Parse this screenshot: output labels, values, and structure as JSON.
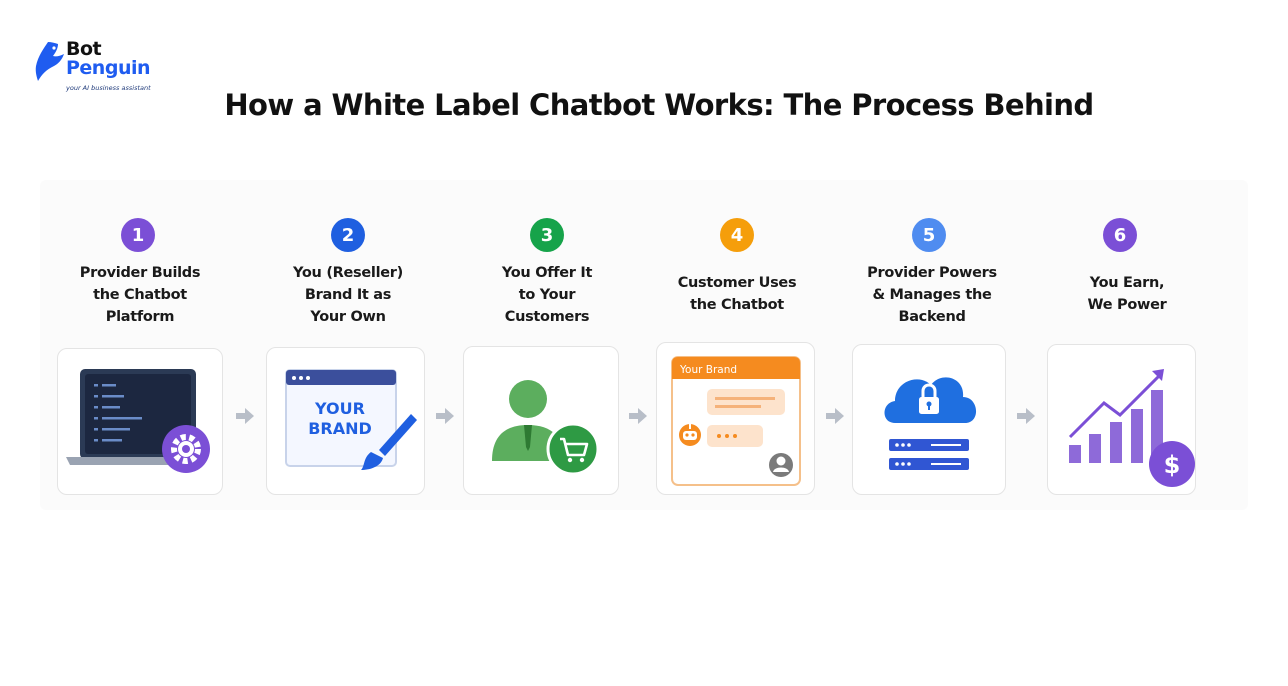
{
  "brand": {
    "name_line1": "Bot",
    "name_line2": "Penguin",
    "tagline": "your AI business assistant"
  },
  "title": "How a White Label Chatbot Works: The Process Behind",
  "steps": [
    {
      "number": "1",
      "color": "#7b4fd6",
      "lines": [
        "Provider Builds",
        "the Chatbot",
        "Platform"
      ]
    },
    {
      "number": "2",
      "color": "#1f5fe0",
      "lines": [
        "You (Reseller)",
        "Brand It as",
        "Your Own"
      ]
    },
    {
      "number": "3",
      "color": "#16a34a",
      "lines": [
        "You Offer It",
        "to Your",
        "Customers"
      ]
    },
    {
      "number": "4",
      "color": "#f59e0b",
      "lines": [
        "Customer Uses",
        "the Chatbot"
      ]
    },
    {
      "number": "5",
      "color": "#4f8cf0",
      "lines": [
        "Provider Powers",
        "& Manages the",
        "Backend"
      ]
    },
    {
      "number": "6",
      "color": "#7b4fd6",
      "lines": [
        "You Earn,",
        "We Power"
      ]
    }
  ],
  "illustrations": {
    "brand_card_text_line1": "YOUR",
    "brand_card_text_line2": "BRAND",
    "chat_header": "Your Brand",
    "icons": [
      "laptop-code-icon",
      "gear-icon",
      "browser-window-icon",
      "paintbrush-icon",
      "user-icon",
      "shopping-cart-icon",
      "chat-window-icon",
      "robot-icon",
      "user-avatar-icon",
      "cloud-lock-icon",
      "server-icon",
      "growth-chart-icon",
      "dollar-icon"
    ]
  },
  "colors": {
    "purple": "#7b4fd6",
    "blue": "#1f5fe0",
    "green": "#16a34a",
    "orange": "#f59e0b",
    "light_blue": "#4f8cf0",
    "arrow": "#b8bec8"
  }
}
